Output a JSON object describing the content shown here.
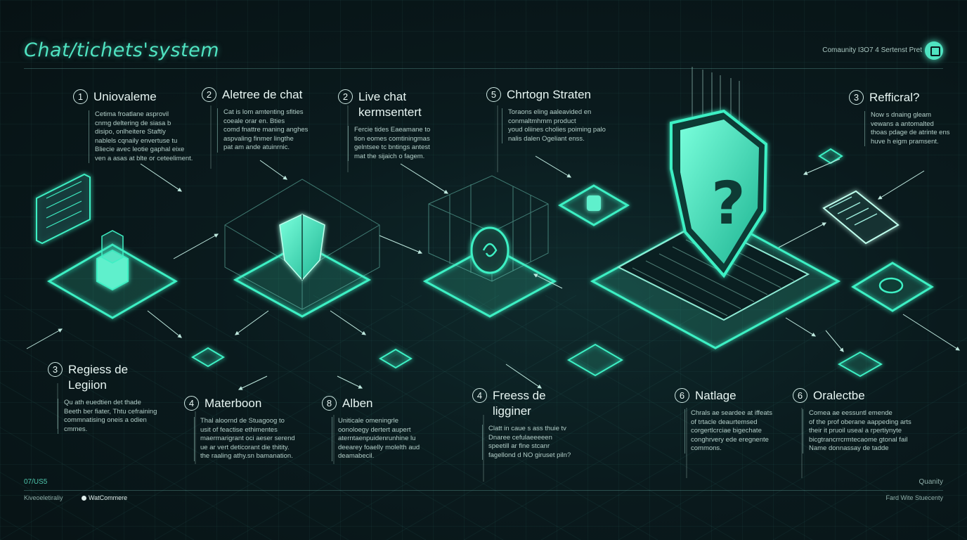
{
  "header": {
    "title": "Chat/tichets'system",
    "community": "Comaunity I3O7 4 Sertenst Pret"
  },
  "steps": [
    {
      "num": "1",
      "title": "Uniovaleme",
      "body": [
        "Cetima froatlane asprovil",
        "cnmg deltering de siasa b",
        "disipo, onlheitere Staftly",
        "nablels cqnaily envertuse tu",
        "Bliecie avec leotie gaphal eixe",
        "ven a asas at blte or ceteeliment."
      ]
    },
    {
      "num": "2",
      "title": "Aletree de chat",
      "body": [
        "Cat is lom amtenting sfities",
        "coeale orar en. Bties",
        "comd fnattre maning anghes",
        "aspvaling finmer lingthe",
        "pat am ande atuinrnic."
      ]
    },
    {
      "num": "2",
      "title": "Live chat kermsentert",
      "body": [
        "Fercie tides Eaeamane to",
        "tion eomes comtiningmas",
        "gelntsee tc bntings antest",
        "mat the sijaich o fagem."
      ]
    },
    {
      "num": "5",
      "title": "Chrtogn Straten",
      "body": [
        "Toraons eling aaleavided en",
        "conmaltmhmm product",
        "youd oliines cholies poiming palo",
        "nalis dalen Ogeliant enss."
      ]
    },
    {
      "num": "3",
      "title": "Refficral?",
      "body": [
        "Now s dnaing gleam",
        "vewans a antomalted",
        "thoas pdage de atrinte ens",
        "huve h eigm pramsent."
      ]
    },
    {
      "num": "3",
      "title": "Regiess de Legiion",
      "body": [
        "Qu ath euedtien det thade",
        "Beeth ber fiater, Thtu cefraining",
        "commnatising oneis a odien",
        "cmmes."
      ]
    },
    {
      "num": "4",
      "title": "Materboon",
      "body": [
        "Thal aloornd de Stuagoog to",
        "usit of feactise ethimentes",
        "maermarigrant oci aeser serend",
        "ue ar vert deticorant die thitity.",
        "the raaling athy.sn bamanation."
      ]
    },
    {
      "num": "8",
      "title": "Alben",
      "body": [
        "Uniticale omeningrle",
        "oonoloegy dertert aupert",
        "aterntaenpuidenrunhine lu",
        "deearey foaelly molelth aud",
        "deamabecil."
      ]
    },
    {
      "num": "4",
      "title": "Freess de ligginer",
      "body": [
        "Clatt in caue s ass thuie tv",
        "Dnaree cefulaeeeeen",
        "speetill ar flne stcanr",
        "fagellond d NO giruset piln?"
      ]
    },
    {
      "num": "6",
      "title": "Natlage",
      "body": [
        "Chrals ae seardee at iffeats",
        "of trtacle deaurtemsed",
        "corgertlcrciae bigechate",
        "conghrvery ede eregnente",
        "commons."
      ]
    },
    {
      "num": "6",
      "title": "Oralectbe",
      "body": [
        "Comea ae eessuntl emende",
        "of the prof oberane aappeding arts",
        "their it pruoil useal a rpertiynyte",
        "bicgtrancrrcrmtecaome gtonal fail",
        "Name donnassay de tadde"
      ]
    }
  ],
  "footer": {
    "left_code": "07/US5",
    "left_brand": "Kiveoeletiraliy",
    "partner": "WatCommere",
    "right_top": "Quanity",
    "right_bottom": "Fard Wite Stuecenty"
  },
  "colors": {
    "accent": "#4fe3c1",
    "glow": "#3ef0c4",
    "bg": "#0a1a1d"
  }
}
